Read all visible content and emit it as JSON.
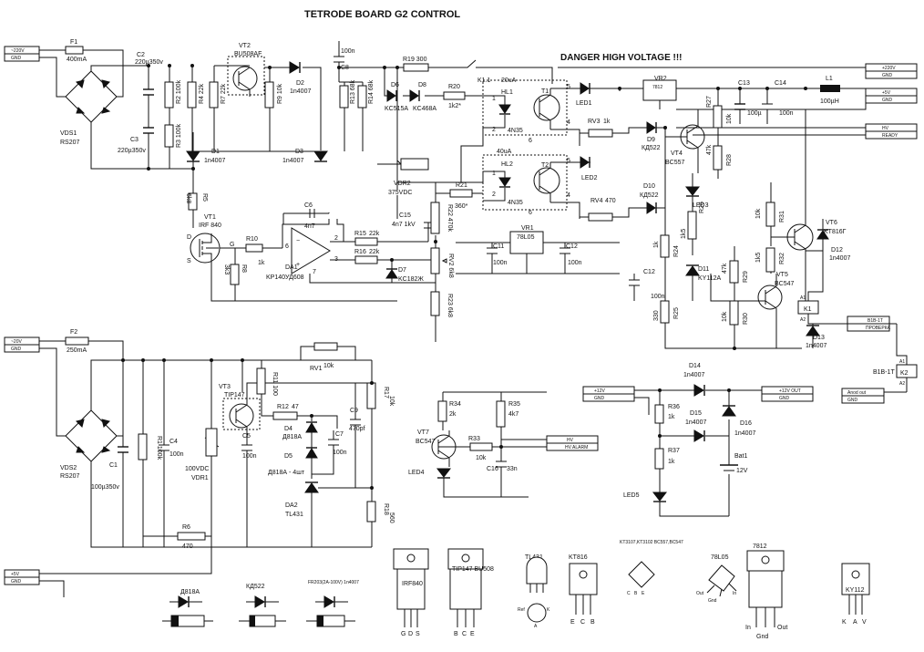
{
  "title": "TETRODE BOARD G2 CONTROL",
  "warning": "DANGER HIGH VOLTAGE !!!",
  "connectors": {
    "in_hv": [
      "~220V",
      "GND"
    ],
    "in_lv1": [
      "~20V",
      "GND"
    ],
    "in_lv2": [
      "+5V",
      "GND"
    ],
    "out_hv": [
      "+220V",
      "GND"
    ],
    "out_k": [
      "+5V",
      "GND"
    ],
    "out_sig": [
      "HV",
      "READY"
    ],
    "relay1": [
      "B1B-1T",
      "ПРОВЕРКА"
    ],
    "relay2": [
      "Anod out",
      "GND"
    ],
    "hv_in2": [
      "+12V",
      "GND"
    ],
    "hv_out2": [
      "+12V OUT",
      "GND"
    ],
    "led_io": [
      "HV",
      "HV ALARM"
    ]
  },
  "labels": {
    "f1": "F1",
    "f1v": "400mA",
    "f2": "F2",
    "f2v": "250mA",
    "vds1": "VDS1",
    "vds1v": "RS207",
    "vds2": "VDS2",
    "vds2v": "RS207",
    "c2": "C2",
    "c2v": "220µ350v",
    "c3": "C3",
    "c3v": "220µ350v",
    "r2": "R2 100k",
    "r3": "R3 100k",
    "r4": "R4 22k",
    "r7": "R7 22k",
    "vt2": "VT2",
    "vt2v": "BU508AF",
    "r9": "R9 10k",
    "d1": "D1",
    "d1v": "1n4007",
    "d2": "D2",
    "d2v": "1n4007",
    "d3": "D3",
    "d3v": "1n4007",
    "r5": "R5",
    "r5v": "6k8",
    "c8": "C8",
    "c8v": "100n",
    "r13": "R13 68k",
    "r14": "R14 68k",
    "r19": "R19 300",
    "k11": "K1.1",
    "d6": "D6",
    "d8": "D8",
    "d6v": "KC515A",
    "d8v": "KC468A",
    "r20": "R20",
    "r20v": "1k2*",
    "hl1": "HL1",
    "hl1i": "20uA",
    "u1": "4N35",
    "t1": "T1",
    "hl2": "HL2",
    "hl2i": "40uA",
    "u2": "4N35",
    "t2": "T2",
    "led1": "LED1",
    "led2": "LED2",
    "rv3": "RV3",
    "rv3v": "1k",
    "rv4": "RV4",
    "rv4v": "470",
    "d9": "D9",
    "d9v": "КД522",
    "d10": "D10",
    "d10v": "КД522",
    "vdr2": "VDR2",
    "vdr2v": "375VDC",
    "r21": "R21",
    "r21v": "360*",
    "vt1": "VT1",
    "vt1v": "IRF 840",
    "r10": "R10",
    "r10v": "1k",
    "r8": "R8",
    "r8v": "3k3",
    "c6": "C6",
    "c6v": "4n7",
    "r15": "R15",
    "r15v": "22k",
    "r16": "R16",
    "r16v": "22k",
    "c15": "C15",
    "c15v": "4n7 1kV",
    "r22": "R22 470k",
    "da1": "DA1",
    "da1v": "KP140УД608",
    "d7": "D7",
    "d7v": "KC182Ж",
    "rv2": "RV2 6k8",
    "r23": "R23 6k8",
    "vr1": "VR1",
    "vr1v": "78L05",
    "c11": "C11",
    "c11v": "100n",
    "c12": "C12",
    "c12v": "100n",
    "c14": "C14",
    "c14v": "100n",
    "c13": "C13",
    "c13v": "100µ",
    "vr2": "VR2",
    "vr2v": "7812",
    "l1": "L1",
    "l1v": "100µH",
    "r27": "R27",
    "r27v": "10k",
    "r28": "R28",
    "r28v": "47k",
    "vt4": "VT4",
    "vt4v": "BC557",
    "led3": "LED3",
    "r26": "R26",
    "r26v": "1k5",
    "r24": "R24",
    "r24v": "1k",
    "r25": "R25",
    "r25v": "330",
    "c12b": "C12",
    "c12bv": "100n",
    "d11": "D11",
    "d11v": "KY112A",
    "r29": "R29",
    "r29v": "47k",
    "r30": "R30",
    "r30v": "10k",
    "r31": "R31",
    "r31v": "10k",
    "r32": "R32",
    "r32v": "1k5",
    "vt5": "VT5",
    "vt5v": "BC547",
    "vt6": "VT6",
    "vt6v": "KT816Г",
    "d12": "D12",
    "d12v": "1n4007",
    "d13": "D13",
    "d13v": "1n4007",
    "k1": "K1",
    "k2": "K2",
    "b1b": "B1B-1T",
    "r1": "R1 100k",
    "c1": "C1",
    "c1v": "100µ350v",
    "c4": "C4",
    "c4v": "100n",
    "vdr1": "VDR1",
    "vdr1v": "100VDC",
    "vt3": "VT3",
    "vt3v": "TIP147",
    "r11": "R11 100",
    "rv1": "RV1",
    "rv1v": "10k",
    "r12": "R12",
    "r12v": "47",
    "r17": "R17",
    "r17v": "10k",
    "c9": "C9",
    "c9v": "470pf",
    "d4": "D4",
    "d4v": "Д818А",
    "d5": "D5",
    "d5v": "Д818А - 4шт",
    "c7": "C7",
    "c7v": "100n",
    "c5": "C5",
    "c5v": "100n",
    "da2": "DA2",
    "da2v": "TL431",
    "r6": "R6",
    "r6v": "470",
    "r18": "R18",
    "r18v": "560",
    "vt7": "VT7",
    "vt7v": "BC547",
    "r34": "R34",
    "r34v": "2k",
    "r35": "R35",
    "r35v": "4k7",
    "r33": "R33",
    "r33v": "10k",
    "c16": "C16",
    "c16v": "33n",
    "led4": "LED4",
    "led5": "LED5",
    "d14": "D14",
    "d14v": "1n4007",
    "d15": "D15",
    "d15v": "1n4007",
    "d16": "D16",
    "d16v": "1n4007",
    "r36": "R36",
    "r36v": "1k",
    "r37": "R37",
    "r37v": "1k",
    "bat1": "Bat1",
    "bat1v": "12V"
  },
  "legend": {
    "diodes": [
      "Д818А",
      "КД522",
      "FR203(2A-100V) 1n4007"
    ],
    "packages": [
      {
        "name": "IRF840",
        "pins": [
          "G",
          "D",
          "S"
        ]
      },
      {
        "name": "TIP147 BU508",
        "pins": [
          "B",
          "C",
          "E"
        ]
      },
      {
        "name": "TL431",
        "pins": [
          "Ref",
          "A",
          "K"
        ]
      },
      {
        "name": "KT816",
        "pins": [
          "E",
          "C",
          "B"
        ]
      },
      {
        "name": "KT3107,KT3102 BC557,BC547",
        "pins": [
          "C",
          "B",
          "E"
        ]
      },
      {
        "name": "78L05",
        "pins": [
          "Out",
          "Gnd",
          "In"
        ]
      },
      {
        "name": "7812",
        "pins": [
          "In",
          "Gnd",
          "Out"
        ]
      },
      {
        "name": "KY112",
        "pins": [
          "K",
          "A",
          "V"
        ]
      }
    ]
  }
}
